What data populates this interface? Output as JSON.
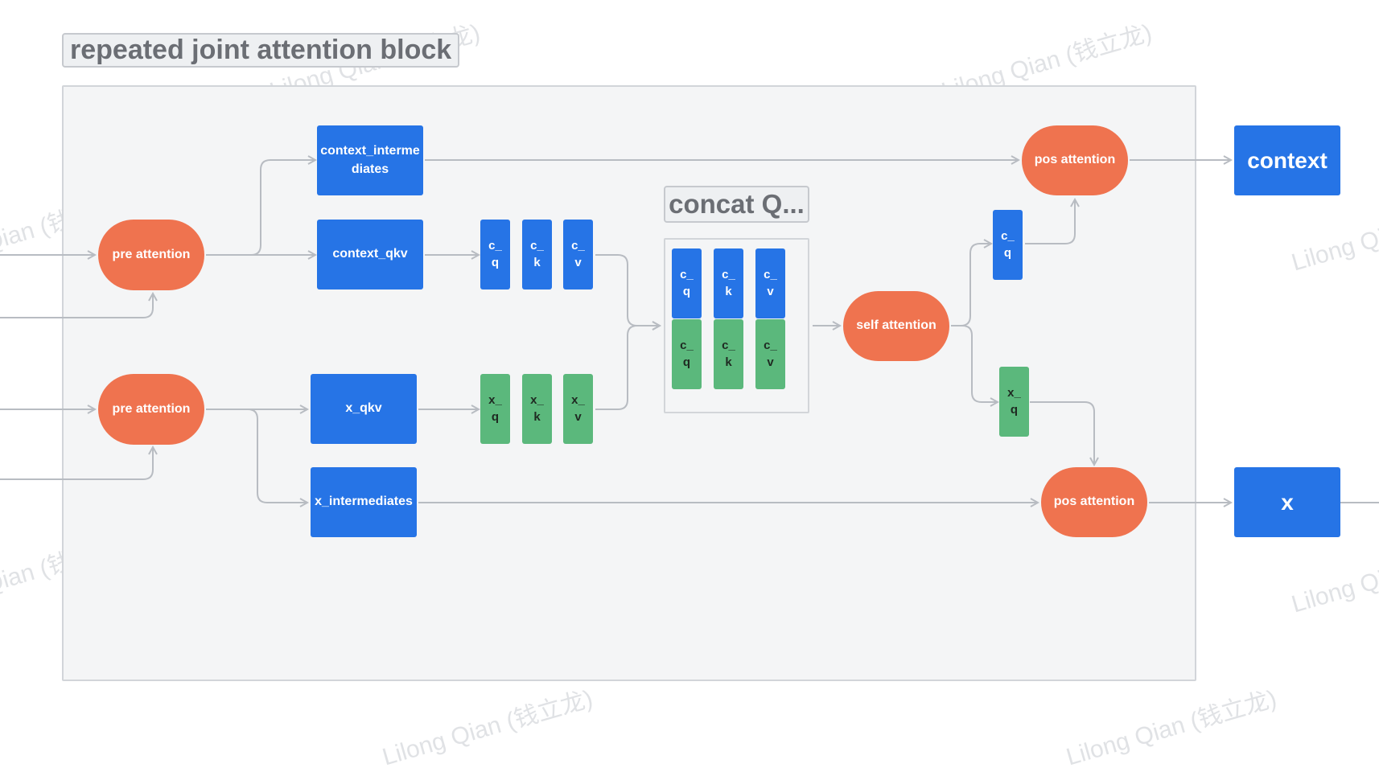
{
  "frame_title": "repeated joint attention block",
  "group_title": "concat Q...",
  "nodes": {
    "pre_attention_top": "pre attention",
    "pre_attention_bottom": "pre attention",
    "context_intermediates": "context_intermediates",
    "context_qkv": "context_qkv",
    "x_qkv": "x_qkv",
    "x_intermediates": "x_intermediates",
    "self_attention": "self attention",
    "pos_attention_top": "pos attention",
    "pos_attention_bottom": "pos attention",
    "context_out": "context",
    "x_out": "x"
  },
  "tokens": {
    "c_q": "c_q",
    "c_k": "c_k",
    "c_v": "c_v",
    "x_q": "x_q",
    "x_k": "x_k",
    "x_v": "x_v",
    "concat_c_q": "c_q",
    "concat_c_k": "c_k",
    "concat_c_v": "c_v",
    "concat_lower_q": "c_q",
    "concat_lower_k": "c_k",
    "concat_lower_v": "c_v",
    "split_c_q": "c_q",
    "split_x_q": "x_q"
  },
  "watermark": "Lilong Qian (钱立龙)",
  "colors": {
    "blue_node": "#2674e6",
    "orange_node": "#ef734f",
    "green_token": "#5bb87c",
    "connector": "#b8bcc2",
    "frame_fill": "#f4f5f6"
  }
}
